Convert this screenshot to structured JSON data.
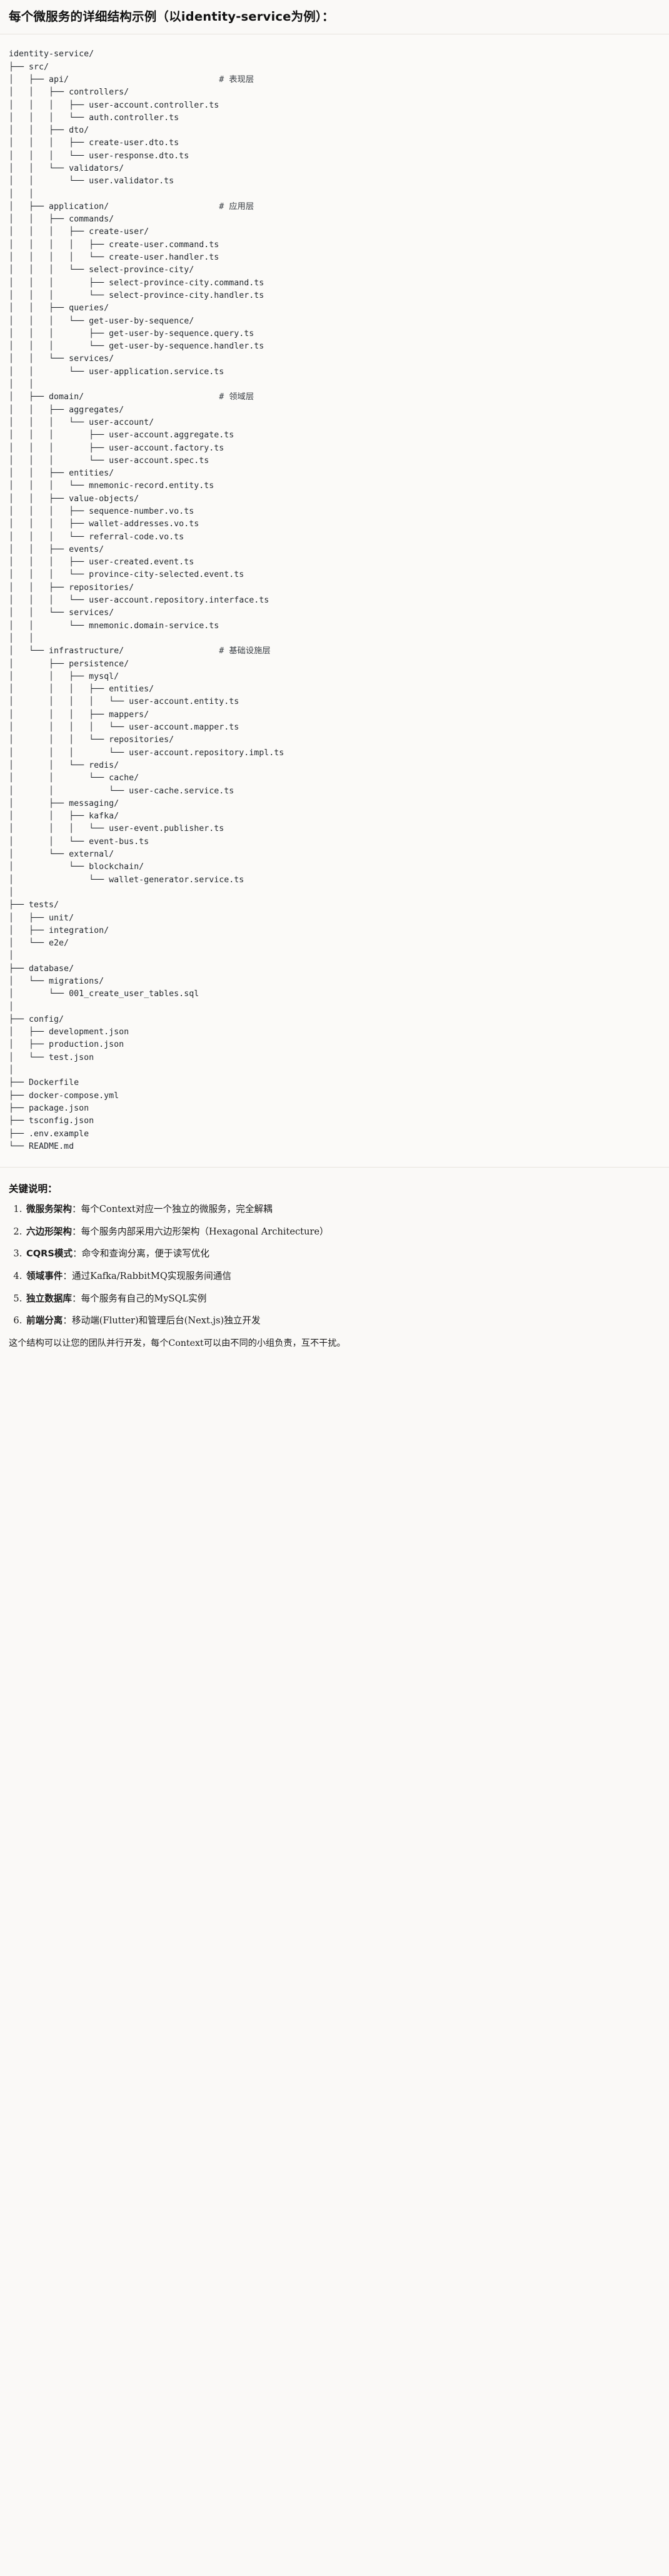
{
  "header": {
    "title": "每个微服务的详细结构示例（以identity-service为例）："
  },
  "tree": {
    "root_label": "identity-service/",
    "comments": {
      "api": "# 表现层",
      "application": "# 应用层",
      "domain": "# 领域层",
      "infrastructure": "# 基础设施层"
    },
    "lines": [
      "identity-service/",
      "├── src/",
      "│   ├── api/                              # 表现层",
      "│   │   ├── controllers/",
      "│   │   │   ├── user-account.controller.ts",
      "│   │   │   └── auth.controller.ts",
      "│   │   ├── dto/",
      "│   │   │   ├── create-user.dto.ts",
      "│   │   │   └── user-response.dto.ts",
      "│   │   └── validators/",
      "│   │       └── user.validator.ts",
      "│   │",
      "│   ├── application/                      # 应用层",
      "│   │   ├── commands/",
      "│   │   │   ├── create-user/",
      "│   │   │   │   ├── create-user.command.ts",
      "│   │   │   │   └── create-user.handler.ts",
      "│   │   │   └── select-province-city/",
      "│   │   │       ├── select-province-city.command.ts",
      "│   │   │       └── select-province-city.handler.ts",
      "│   │   ├── queries/",
      "│   │   │   └── get-user-by-sequence/",
      "│   │   │       ├── get-user-by-sequence.query.ts",
      "│   │   │       └── get-user-by-sequence.handler.ts",
      "│   │   └── services/",
      "│   │       └── user-application.service.ts",
      "│   │",
      "│   ├── domain/                           # 领域层",
      "│   │   ├── aggregates/",
      "│   │   │   └── user-account/",
      "│   │   │       ├── user-account.aggregate.ts",
      "│   │   │       ├── user-account.factory.ts",
      "│   │   │       └── user-account.spec.ts",
      "│   │   ├── entities/",
      "│   │   │   └── mnemonic-record.entity.ts",
      "│   │   ├── value-objects/",
      "│   │   │   ├── sequence-number.vo.ts",
      "│   │   │   ├── wallet-addresses.vo.ts",
      "│   │   │   └── referral-code.vo.ts",
      "│   │   ├── events/",
      "│   │   │   ├── user-created.event.ts",
      "│   │   │   └── province-city-selected.event.ts",
      "│   │   ├── repositories/",
      "│   │   │   └── user-account.repository.interface.ts",
      "│   │   └── services/",
      "│   │       └── mnemonic.domain-service.ts",
      "│   │",
      "│   └── infrastructure/                   # 基础设施层",
      "│       ├── persistence/",
      "│       │   ├── mysql/",
      "│       │   │   ├── entities/",
      "│       │   │   │   └── user-account.entity.ts",
      "│       │   │   ├── mappers/",
      "│       │   │   │   └── user-account.mapper.ts",
      "│       │   │   └── repositories/",
      "│       │   │       └── user-account.repository.impl.ts",
      "│       │   └── redis/",
      "│       │       └── cache/",
      "│       │           └── user-cache.service.ts",
      "│       ├── messaging/",
      "│       │   ├── kafka/",
      "│       │   │   └── user-event.publisher.ts",
      "│       │   └── event-bus.ts",
      "│       └── external/",
      "│           └── blockchain/",
      "│               └── wallet-generator.service.ts",
      "│",
      "├── tests/",
      "│   ├── unit/",
      "│   ├── integration/",
      "│   └── e2e/",
      "│",
      "├── database/",
      "│   └── migrations/",
      "│       └── 001_create_user_tables.sql",
      "│",
      "├── config/",
      "│   ├── development.json",
      "│   ├── production.json",
      "│   └── test.json",
      "│",
      "├── Dockerfile",
      "├── docker-compose.yml",
      "├── package.json",
      "├── tsconfig.json",
      "├── .env.example",
      "└── README.md"
    ]
  },
  "notes": {
    "heading": "关键说明：",
    "items": [
      {
        "term": "微服务架构",
        "sep": "：",
        "text": "每个Context对应一个独立的微服务，完全解耦"
      },
      {
        "term": "六边形架构",
        "sep": "：",
        "text": "每个服务内部采用六边形架构（Hexagonal Architecture）"
      },
      {
        "term": "CQRS模式",
        "sep": "：",
        "text": "命令和查询分离，便于读写优化"
      },
      {
        "term": "领域事件",
        "sep": "：",
        "text": "通过Kafka/RabbitMQ实现服务间通信"
      },
      {
        "term": "独立数据库",
        "sep": "：",
        "text": "每个服务有自己的MySQL实例"
      },
      {
        "term": "前端分离",
        "sep": "：",
        "text": "移动端(Flutter)和管理后台(Next.js)独立开发"
      }
    ],
    "closing": "这个结构可以让您的团队并行开发，每个Context可以由不同的小组负责，互不干扰。"
  },
  "colors": {
    "page_background": "#faf9f7",
    "code_background": "#fbfaf8",
    "code_text": "#24292f",
    "rule": "#e7e4df",
    "heading_text": "#121212"
  }
}
